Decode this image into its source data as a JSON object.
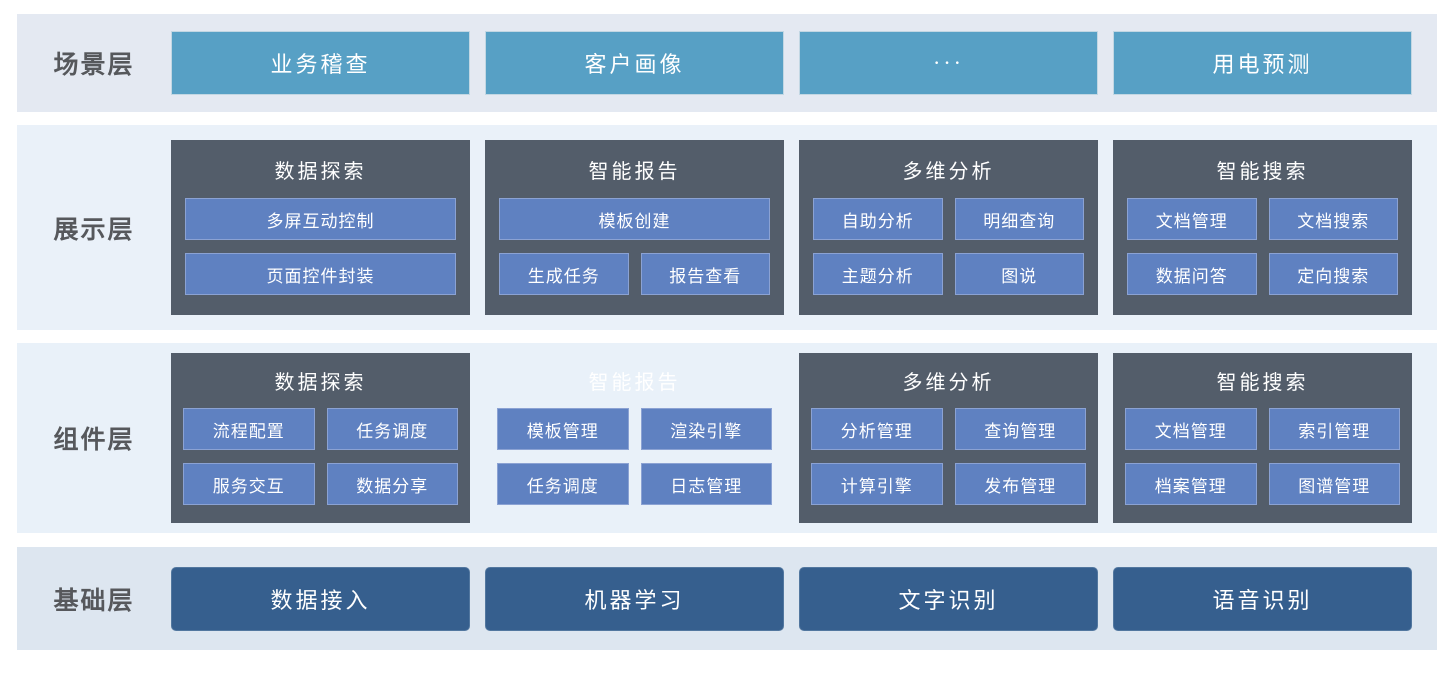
{
  "colors": {
    "scenario_band_bg": "#e4e9f2",
    "presentation_band_bg": "#eaf1f9",
    "component_band_bg": "#e9f1f9",
    "foundation_band_bg": "#dde6f0",
    "scenario_box_bg": "#57a0c5",
    "card_bg": "#535d6a",
    "item_bg": "#5f81c1",
    "foundation_box_bg": "#365f8e",
    "label_color": "#56585c"
  },
  "layers": [
    {
      "id": "scenario",
      "label": "场景层",
      "boxes": [
        "业务稽查",
        "客户画像",
        "···",
        "用电预测"
      ]
    },
    {
      "id": "presentation",
      "label": "展示层",
      "groups": [
        {
          "title": "数据探索",
          "dark": true,
          "rows": [
            [
              "多屏互动控制"
            ],
            [
              "页面控件封装"
            ]
          ]
        },
        {
          "title": "智能报告",
          "dark": true,
          "rows": [
            [
              "模板创建"
            ],
            [
              "生成任务",
              "报告查看"
            ]
          ]
        },
        {
          "title": "多维分析",
          "dark": true,
          "rows": [
            [
              "自助分析",
              "明细查询"
            ],
            [
              "主题分析",
              "图说"
            ]
          ]
        },
        {
          "title": "智能搜索",
          "dark": true,
          "rows": [
            [
              "文档管理",
              "文档搜索"
            ],
            [
              "数据问答",
              "定向搜索"
            ]
          ]
        }
      ]
    },
    {
      "id": "component",
      "label": "组件层",
      "groups": [
        {
          "title": "数据探索",
          "dark": true,
          "rows": [
            [
              "流程配置",
              "任务调度"
            ],
            [
              "服务交互",
              "数据分享"
            ]
          ]
        },
        {
          "title": "智能报告",
          "dark": false,
          "rows": [
            [
              "模板管理",
              "渲染引擎"
            ],
            [
              "任务调度",
              "日志管理"
            ]
          ]
        },
        {
          "title": "多维分析",
          "dark": true,
          "rows": [
            [
              "分析管理",
              "查询管理"
            ],
            [
              "计算引擎",
              "发布管理"
            ]
          ]
        },
        {
          "title": "智能搜索",
          "dark": true,
          "rows": [
            [
              "文档管理",
              "索引管理"
            ],
            [
              "档案管理",
              "图谱管理"
            ]
          ]
        }
      ]
    },
    {
      "id": "foundation",
      "label": "基础层",
      "boxes": [
        "数据接入",
        "机器学习",
        "文字识别",
        "语音识别"
      ]
    }
  ]
}
